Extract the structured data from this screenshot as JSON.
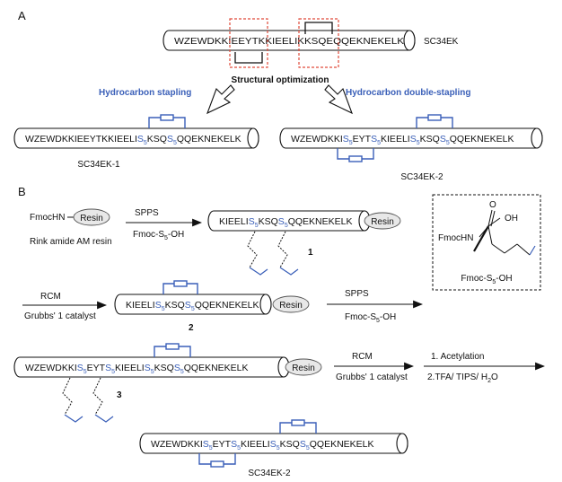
{
  "panels": {
    "a": "A",
    "b": "B"
  },
  "section_a": {
    "top_sequence": "WZEWDKKIEEYTKKIEELIKKSQEQQEKNEKELK",
    "top_name": "SC34EK",
    "optimization_label": "Structural optimization",
    "left_heading": "Hydrocarbon stapling",
    "right_heading": "Hydrocarbon double-stapling",
    "left": {
      "seq_a": "WZEWDKKIEEYTKKIEELI",
      "s": "S",
      "sub": "5",
      "seq_b": "KSQ",
      "seq_c": "QQEKNEKELK",
      "name": "SC34EK-1"
    },
    "right": {
      "seq_a": "WZEWDKKI",
      "s": "S",
      "sub": "5",
      "seq_b": "EYT",
      "seq_c": "KIEELI",
      "seq_d": "KSQ",
      "seq_e": "QQEKNEKELK",
      "name": "SC34EK-2"
    }
  },
  "section_b": {
    "start_reagent": "FmocHN",
    "resin": "Resin",
    "resin_name": "Rink amide AM resin",
    "spps": "SPPS",
    "fmoc_s5": "Fmoc-S",
    "fmoc_s5_suffix": "-OH",
    "sub5": "5",
    "s": "S",
    "c1": {
      "seq_a": "KIEELI",
      "seq_b": "KSQ",
      "seq_c": "QQEKNEKELK",
      "label": "1"
    },
    "rcm": "RCM",
    "catalyst": "Grubbs' 1 catalyst",
    "c2": {
      "seq_a": "KIEELI",
      "seq_b": "KSQ",
      "seq_c": "QQEKNEKELK",
      "label": "2"
    },
    "c3": {
      "seq_a": "WZEWDKKI",
      "seq_b": "EYT",
      "seq_c": "KIEELI",
      "seq_d": "KSQ",
      "seq_e": "QQEKNEKELK",
      "label": "3"
    },
    "acetylation": "1. Acetylation",
    "cleavage": "2.TFA/ TIPS/ H",
    "cleavage_sub": "2",
    "cleavage_end": "O",
    "box": {
      "fmochn": "FmocHN",
      "o": "O",
      "oh": "OH",
      "caption": "Fmoc-S",
      "caption_suffix": "-OH"
    },
    "final_name": "SC34EK-2"
  }
}
